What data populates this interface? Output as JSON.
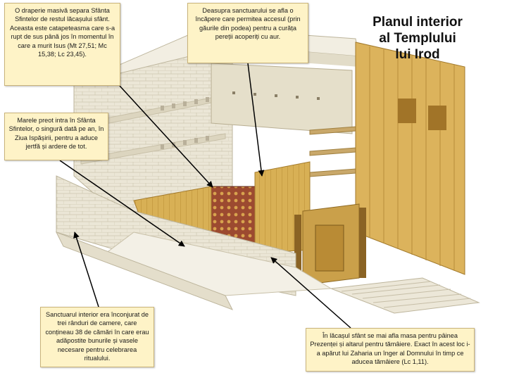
{
  "title": "Planul interior\nal Templului\nlui Irod",
  "notes": {
    "curtain": "O draperie masivă separa Sfânta Sfintelor de restul lăcașului sfânt. Aceasta este catapeteasma care s-a rupt de sus până jos în momentul în care a murit Isus (Mt 27,51; Mc 15,38; Lc 23,45).",
    "upper_room": "Deasupra sanctuarului se afla o încăpere care permitea accesul (prin găurile din podea) pentru a curăța pereții acoperiți cu aur.",
    "high_priest": "Marele preot intra în Sfânta Sfintelor, o singură dată pe an, în Ziua Ispășirii, pentru a aduce jertfă și ardere de tot.",
    "chambers": "Sanctuarul interior era înconjurat de trei rânduri de camere, care conțineau 38 de cămări în care erau adăpostite bunurile și vasele necesare pentru celebrarea ritualului.",
    "holy_place": "În lăcașul sfânt se mai afla masa pentru pâinea Prezenței și altarul pentru tămâiere. Exact în acest loc i-a apărut lui Zaharia un înger al Domnului în timp ce aducea tămâiere (Lc 1,11)."
  },
  "colors": {
    "note_background": "#fef3c7",
    "stone": "#e9e4d4",
    "gold": "#d4aa4a",
    "veil": "#8b3a2a"
  }
}
